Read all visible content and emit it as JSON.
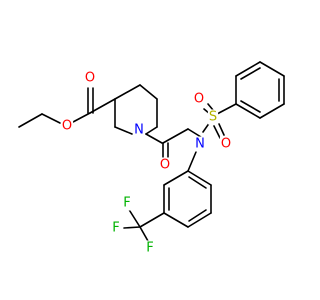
{
  "colors": {
    "bond": "#000000",
    "oxygen": "#ff0000",
    "nitrogen": "#0000ff",
    "sulfur": "#b5b500",
    "fluorine": "#00b300"
  },
  "atoms": {
    "o_carbonyl_ester": "O",
    "o_ether_ester": "O",
    "n_piperidine": "N",
    "o_amide": "O",
    "n_sulfonamide": "N",
    "s_sulfonyl": "S",
    "o_sulfonyl_1": "O",
    "o_sulfonyl_2": "O",
    "f_1": "F",
    "f_2": "F",
    "f_3": "F"
  }
}
